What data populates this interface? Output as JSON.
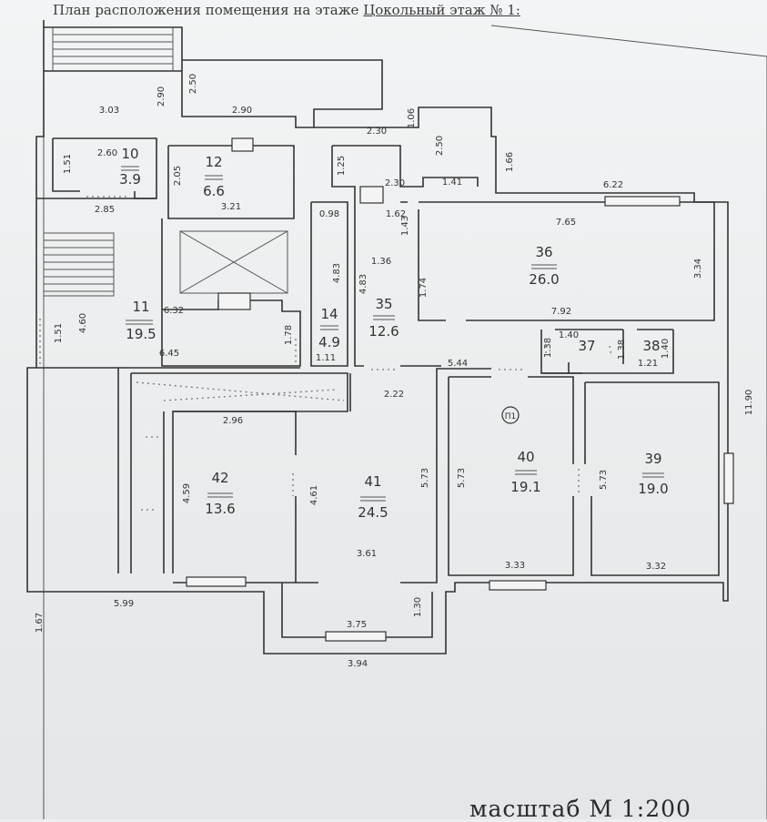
{
  "header": {
    "prefix": "План расположения помещения на этаже",
    "floor": "Цокольный этаж № 1:"
  },
  "footer": {
    "scale": "масштаб  М  1:200"
  },
  "rooms": [
    {
      "num": "10",
      "area": "3.9"
    },
    {
      "num": "12",
      "area": "6.6"
    },
    {
      "num": "11",
      "area": "19.5"
    },
    {
      "num": "14",
      "area": "4.9"
    },
    {
      "num": "35",
      "area": "12.6"
    },
    {
      "num": "36",
      "area": "26.0"
    },
    {
      "num": "37",
      "area": ""
    },
    {
      "num": "38",
      "area": ""
    },
    {
      "num": "40",
      "area": "19.1"
    },
    {
      "num": "39",
      "area": "19.0"
    },
    {
      "num": "42",
      "area": "13.6"
    },
    {
      "num": "41",
      "area": "24.5"
    }
  ],
  "marker": "П1",
  "dims": [
    "3.03",
    "2.90",
    "2.50",
    "2.90",
    "1.06",
    "2.30",
    "2.50",
    "1.66",
    "2.60",
    "1.51",
    "2.05",
    "3.21",
    "2.85",
    "1.25",
    "2.30",
    "1.41",
    "6.22",
    "0.98",
    "1.62",
    "1.43",
    "7.65",
    "1.36",
    "4.83",
    "4.83",
    "1.74",
    "3.34",
    "6.32",
    "4.60",
    "1.51",
    "1.78",
    "7.92",
    "6.45",
    "1.11",
    "1.40",
    "1.38",
    "1.38",
    "1.40",
    "1.21",
    "5.44",
    "2.22",
    "11.90",
    "2.96",
    "4.59",
    "4.61",
    "5.73",
    "5.73",
    "5.73",
    "3.61",
    "3.33",
    "3.32",
    "5.99",
    "1.67",
    "1.30",
    "3.75",
    "3.94"
  ]
}
